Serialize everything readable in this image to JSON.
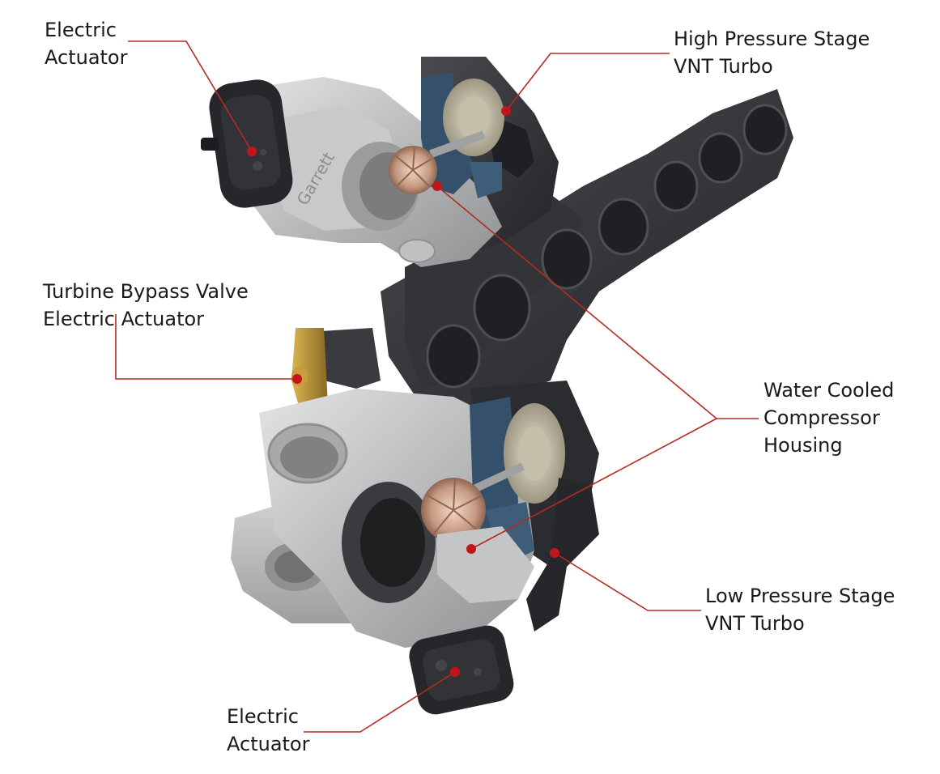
{
  "colors": {
    "background": "#ffffff",
    "leader_line": "#b52a22",
    "callout_dot": "#c0161b",
    "housing_aluminum": "#b7b9bb",
    "manifold_iron": "#2f3033",
    "blue_seal": "#34506a",
    "actuator_black": "#26272a",
    "brass_valve": "#a8822f",
    "compressor_wheel_copper": "#c79a82"
  },
  "labels": {
    "electric_actuator_top": [
      "Electric",
      "Actuator"
    ],
    "high_pressure_stage": [
      "High Pressure Stage",
      "VNT Turbo"
    ],
    "turbine_bypass_valve": [
      "Turbine Bypass Valve",
      "Electric Actuator"
    ],
    "water_cooled_housing": [
      "Water Cooled",
      "Compressor",
      "Housing"
    ],
    "low_pressure_stage": [
      "Low Pressure Stage",
      "VNT Turbo"
    ],
    "electric_actuator_bottom": [
      "Electric",
      "Actuator"
    ]
  },
  "icons": {
    "callout_marker": "red-dot-icon",
    "housing_logo": "Garrett"
  }
}
